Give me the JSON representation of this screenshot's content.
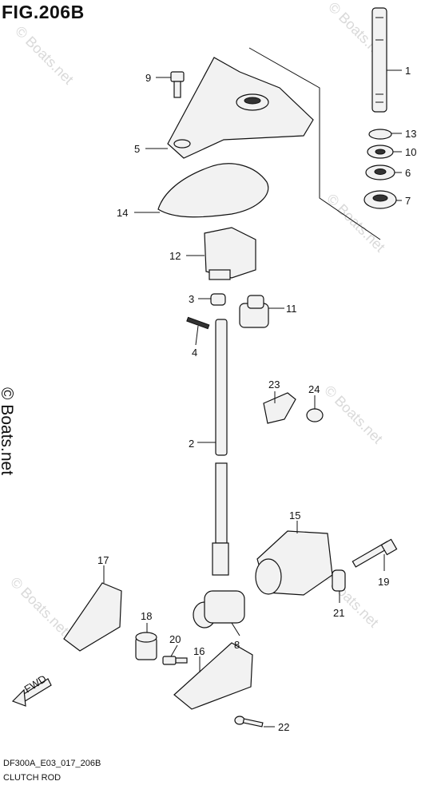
{
  "title": "FIG.206B",
  "diagram_code": "DF300A_E03_017_206B",
  "subtitle": "CLUTCH ROD",
  "copyright": "© Boats.net",
  "watermark": "© Boats.net",
  "fwd_label": "FWD",
  "parts": [
    {
      "number": "1"
    },
    {
      "number": "2"
    },
    {
      "number": "3"
    },
    {
      "number": "4"
    },
    {
      "number": "5"
    },
    {
      "number": "6"
    },
    {
      "number": "7"
    },
    {
      "number": "8"
    },
    {
      "number": "9"
    },
    {
      "number": "10"
    },
    {
      "number": "11"
    },
    {
      "number": "12"
    },
    {
      "number": "13"
    },
    {
      "number": "14"
    },
    {
      "number": "15"
    },
    {
      "number": "16"
    },
    {
      "number": "17"
    },
    {
      "number": "18"
    },
    {
      "number": "19"
    },
    {
      "number": "20"
    },
    {
      "number": "21"
    },
    {
      "number": "22"
    },
    {
      "number": "23"
    },
    {
      "number": "24"
    }
  ]
}
